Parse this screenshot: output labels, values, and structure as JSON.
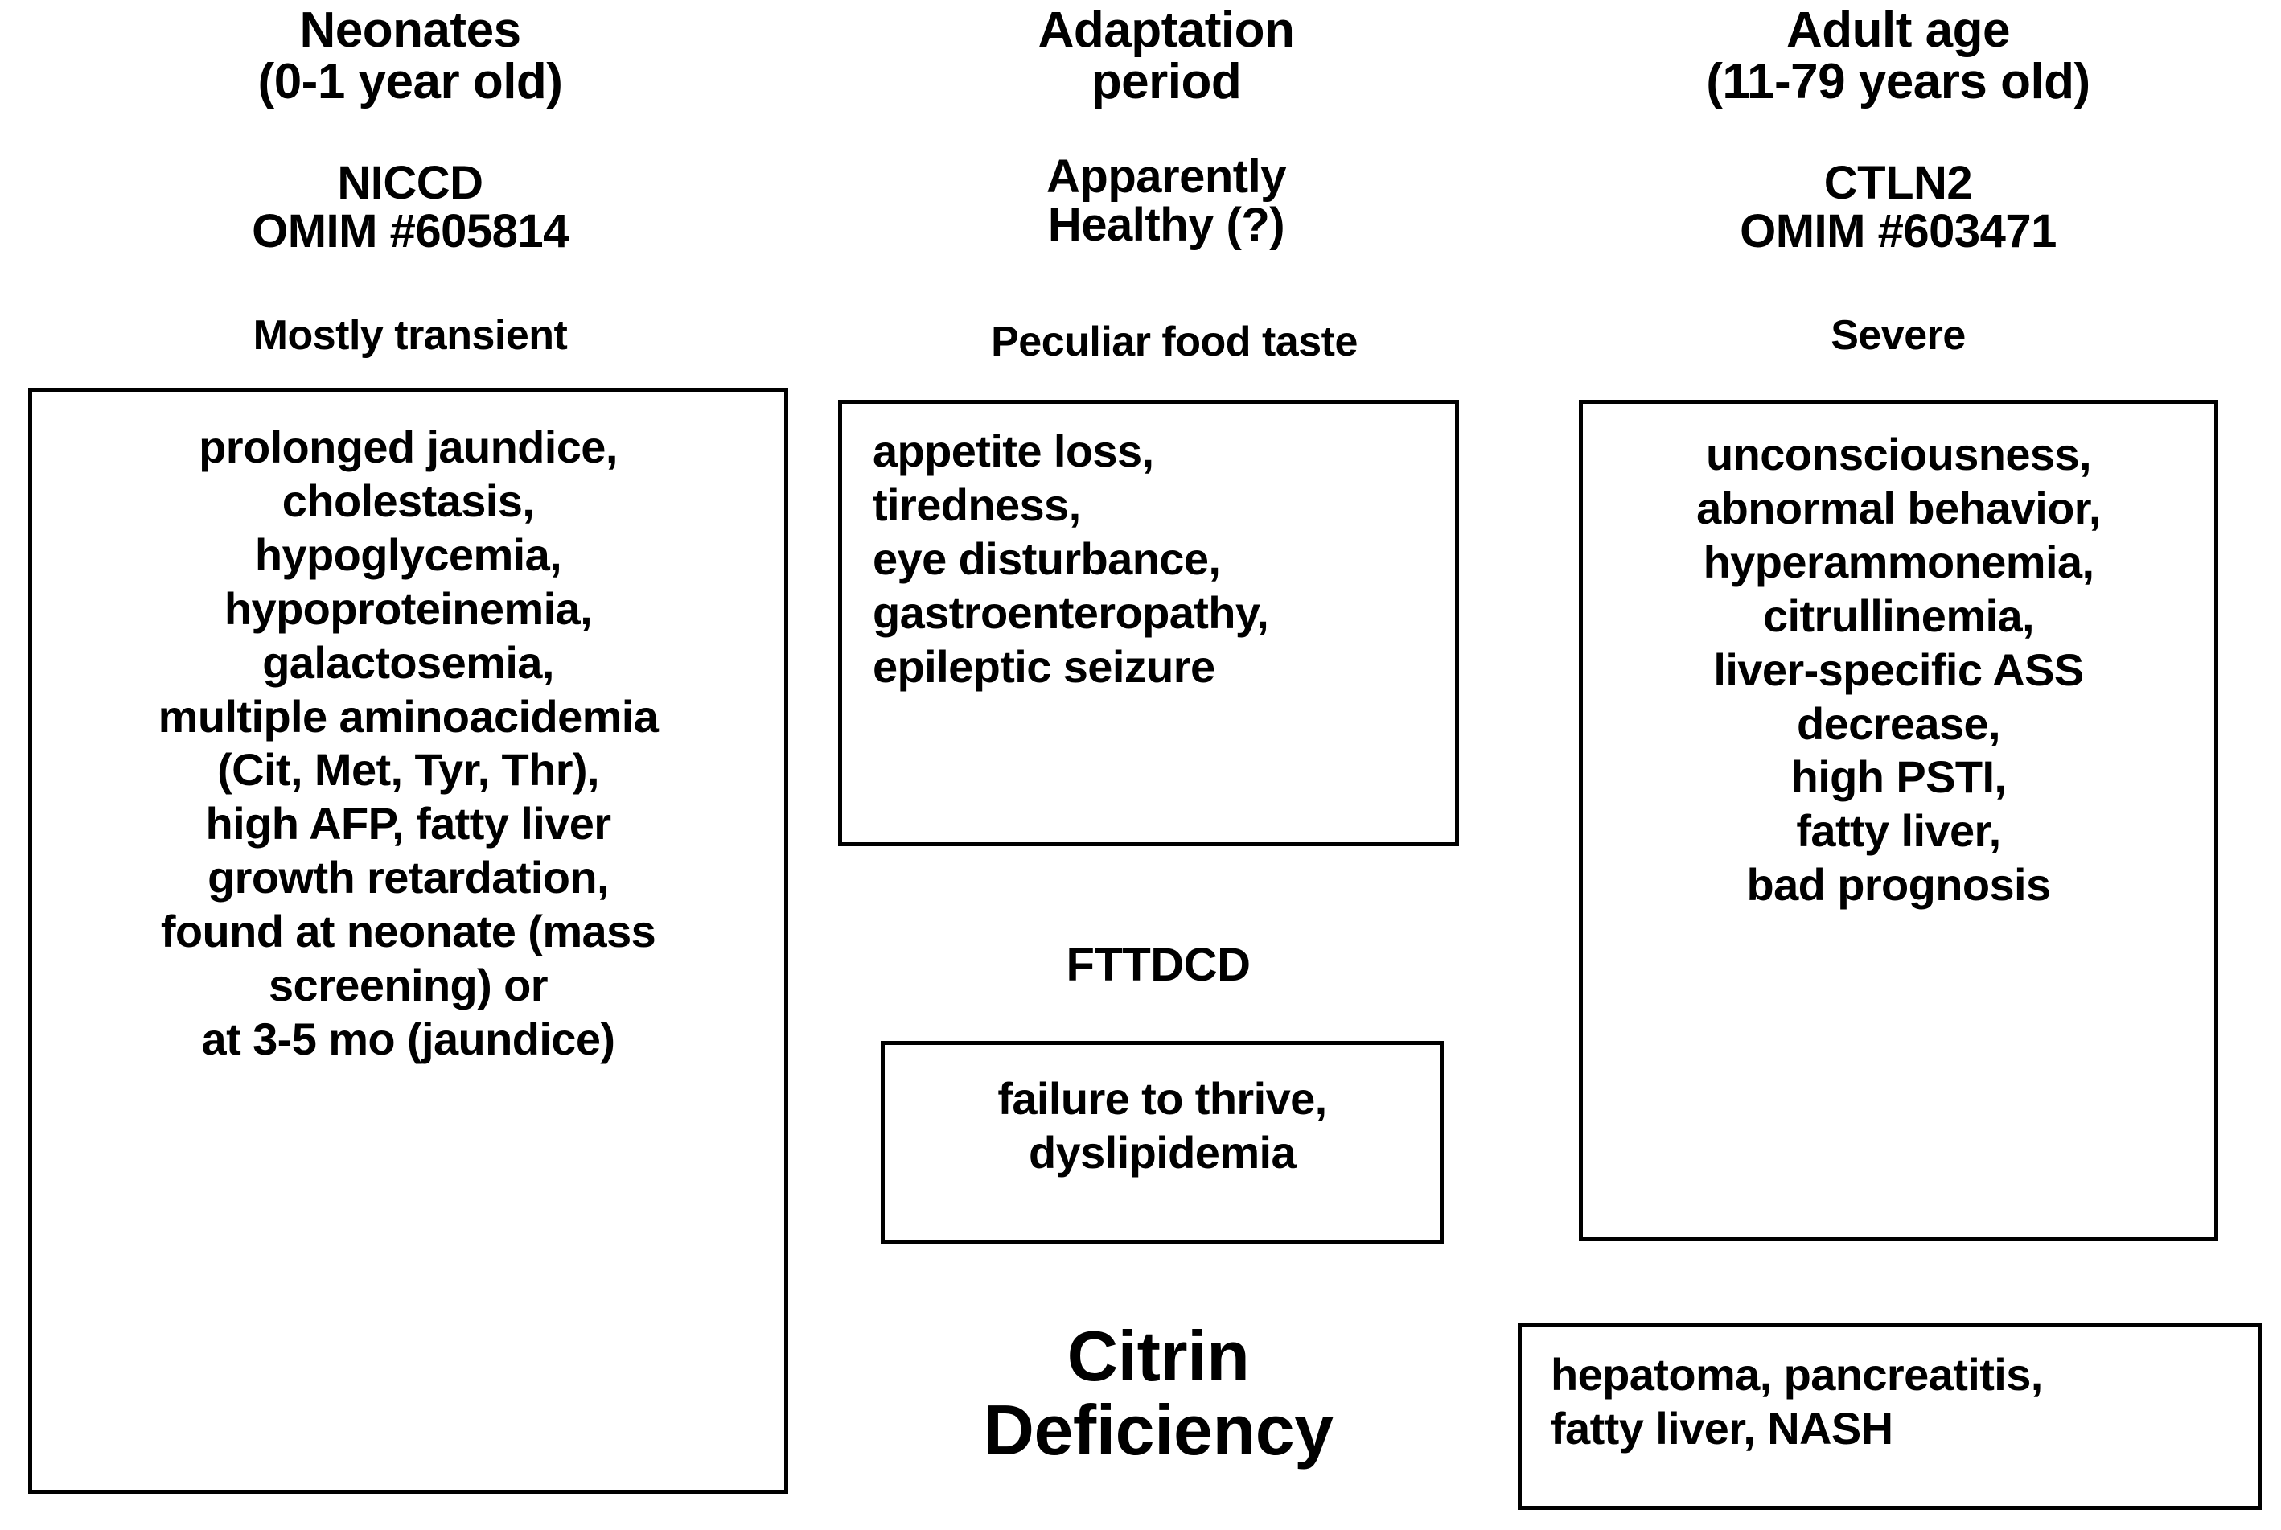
{
  "diagram": {
    "center_title": "Citrin\nDeficiency",
    "columns": [
      {
        "id": "neonates",
        "stage_title": "Neonates\n(0-1 year old)",
        "disease_code": "NICCD\nOMIM #605814",
        "severity": "Mostly transient",
        "symptoms": "prolonged jaundice,\ncholestasis,\nhypoglycemia,\nhypoproteinemia,\ngalactosemia,\nmultiple aminoacidemia\n(Cit, Met, Tyr, Thr),\nhigh AFP, fatty liver\ngrowth retardation,\nfound at neonate (mass\nscreening) or\nat 3-5 mo (jaundice)",
        "symptom_items": [
          "prolonged jaundice,",
          "cholestasis,",
          "hypoglycemia,",
          "hypoproteinemia,",
          "galactosemia,",
          "multiple aminoacidemia",
          "(Cit, Met, Tyr, Thr),",
          "high AFP, fatty liver",
          "growth retardation,",
          "found at neonate (mass",
          "screening) or",
          "at 3-5 mo (jaundice)"
        ]
      },
      {
        "id": "adaptation",
        "stage_title": "Adaptation\nperiod",
        "health_status": "Apparently\nHealthy (?)",
        "severity": "Peculiar food taste",
        "symptoms": "appetite loss,\ntiredness,\neye disturbance,\ngastroenteropathy,\nepileptic seizure",
        "symptom_items": [
          "appetite loss,",
          "tiredness,",
          "eye disturbance,",
          "gastroenteropathy,",
          "epileptic seizure"
        ],
        "secondary_label": "FTTDCD",
        "secondary_symptoms": "failure to thrive,\ndyslipidemia",
        "secondary_symptom_items": [
          "failure to thrive,",
          "dyslipidemia"
        ]
      },
      {
        "id": "adult",
        "stage_title": "Adult age\n(11-79 years old)",
        "disease_code": "CTLN2\nOMIM #603471",
        "severity": "Severe",
        "symptoms": "unconsciousness,\nabnormal behavior,\nhyperammonemia,\ncitrullinemia,\nliver-specific ASS\ndecrease,\nhigh PSTI,\nfatty liver,\nbad prognosis",
        "symptom_items": [
          "unconsciousness,",
          "abnormal behavior,",
          "hyperammonemia,",
          "citrullinemia,",
          "liver-specific ASS",
          "decrease,",
          "high PSTI,",
          "fatty liver,",
          "bad prognosis"
        ],
        "complications": "hepatoma, pancreatitis,\nfatty liver, NASH",
        "complication_items": [
          "hepatoma, pancreatitis,",
          "fatty liver, NASH"
        ]
      }
    ],
    "colors": {
      "text": "#000000",
      "border": "#000000",
      "background": "#ffffff"
    }
  }
}
